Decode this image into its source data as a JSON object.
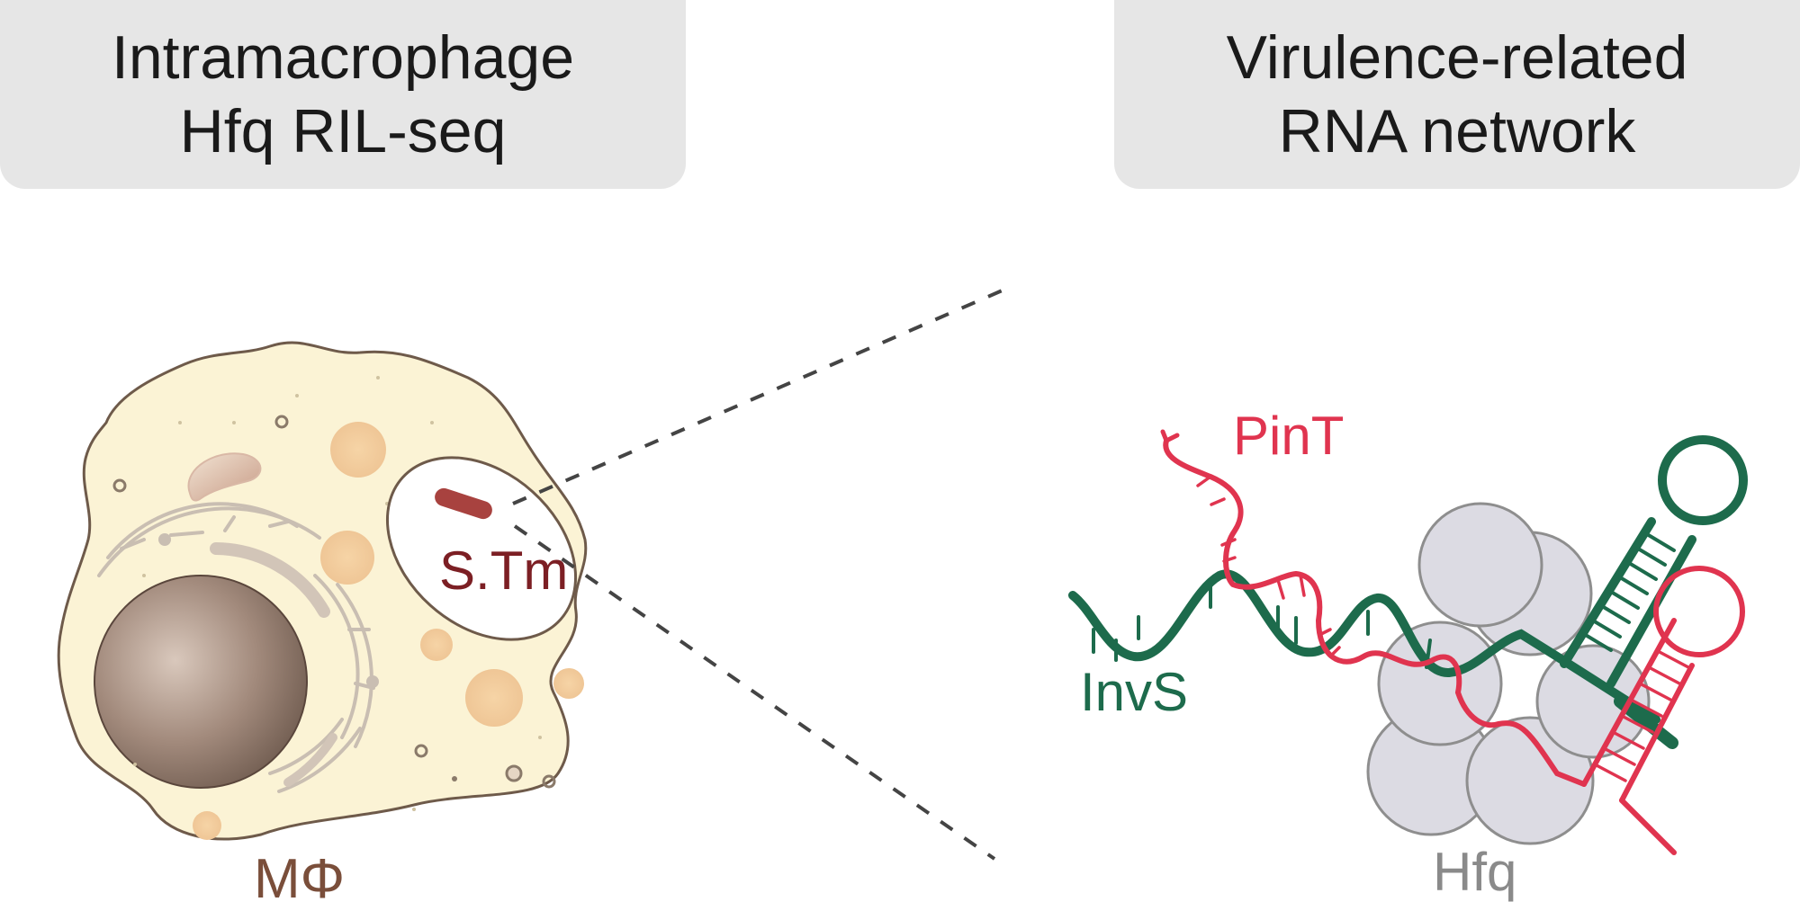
{
  "panels": {
    "left": {
      "title_line1": "Intramacrophage",
      "title_line2": "Hfq RIL-seq"
    },
    "right": {
      "title_line1": "Virulence-related",
      "title_line2": "RNA network"
    }
  },
  "labels": {
    "macrophage": "MΦ",
    "bacterium": "S.Tm",
    "srna_red": "PinT",
    "srna_green": "InvS",
    "protein": "Hfq"
  },
  "colors": {
    "header_bg": "#e6e6e6",
    "cytoplasm": "#fbf3d5",
    "cell_outline": "#6e5a4a",
    "nucleus": "#8c7466",
    "vesicle": "#f0c99a",
    "bacterium": "#a8423f",
    "pint_red": "#e0344f",
    "invs_green": "#1d6b4c",
    "hfq_fill": "#dcdbe3",
    "hfq_outline": "#8e8e8e",
    "mphi_label": "#7a4e3a",
    "hfq_label": "#8a8a8a"
  }
}
